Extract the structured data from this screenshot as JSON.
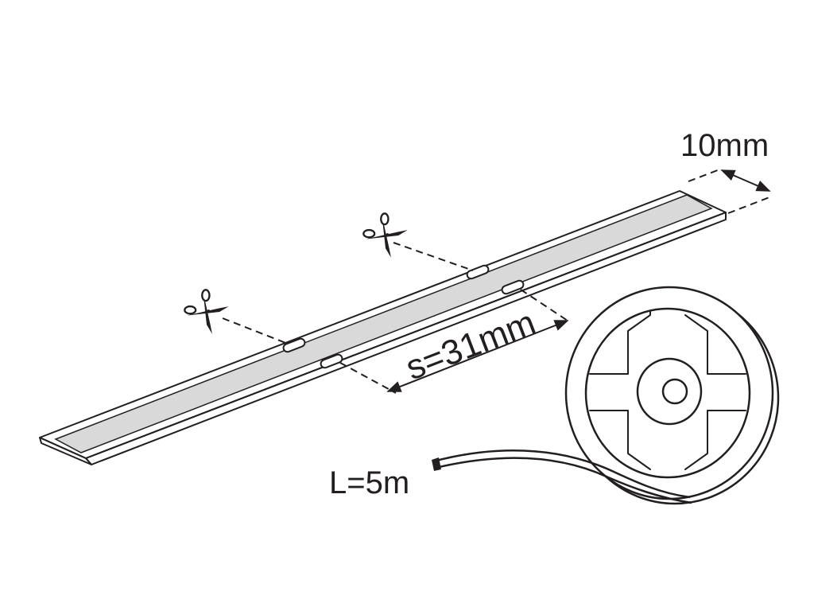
{
  "labels": {
    "width": "10mm",
    "spacing": "s=31mm",
    "length": "L=5m"
  },
  "icons": {
    "cut_mark": "scissors-icon"
  },
  "colors": {
    "ink": "#231f20",
    "adhesive_strip": "#d9d9d9",
    "background": "#ffffff"
  }
}
